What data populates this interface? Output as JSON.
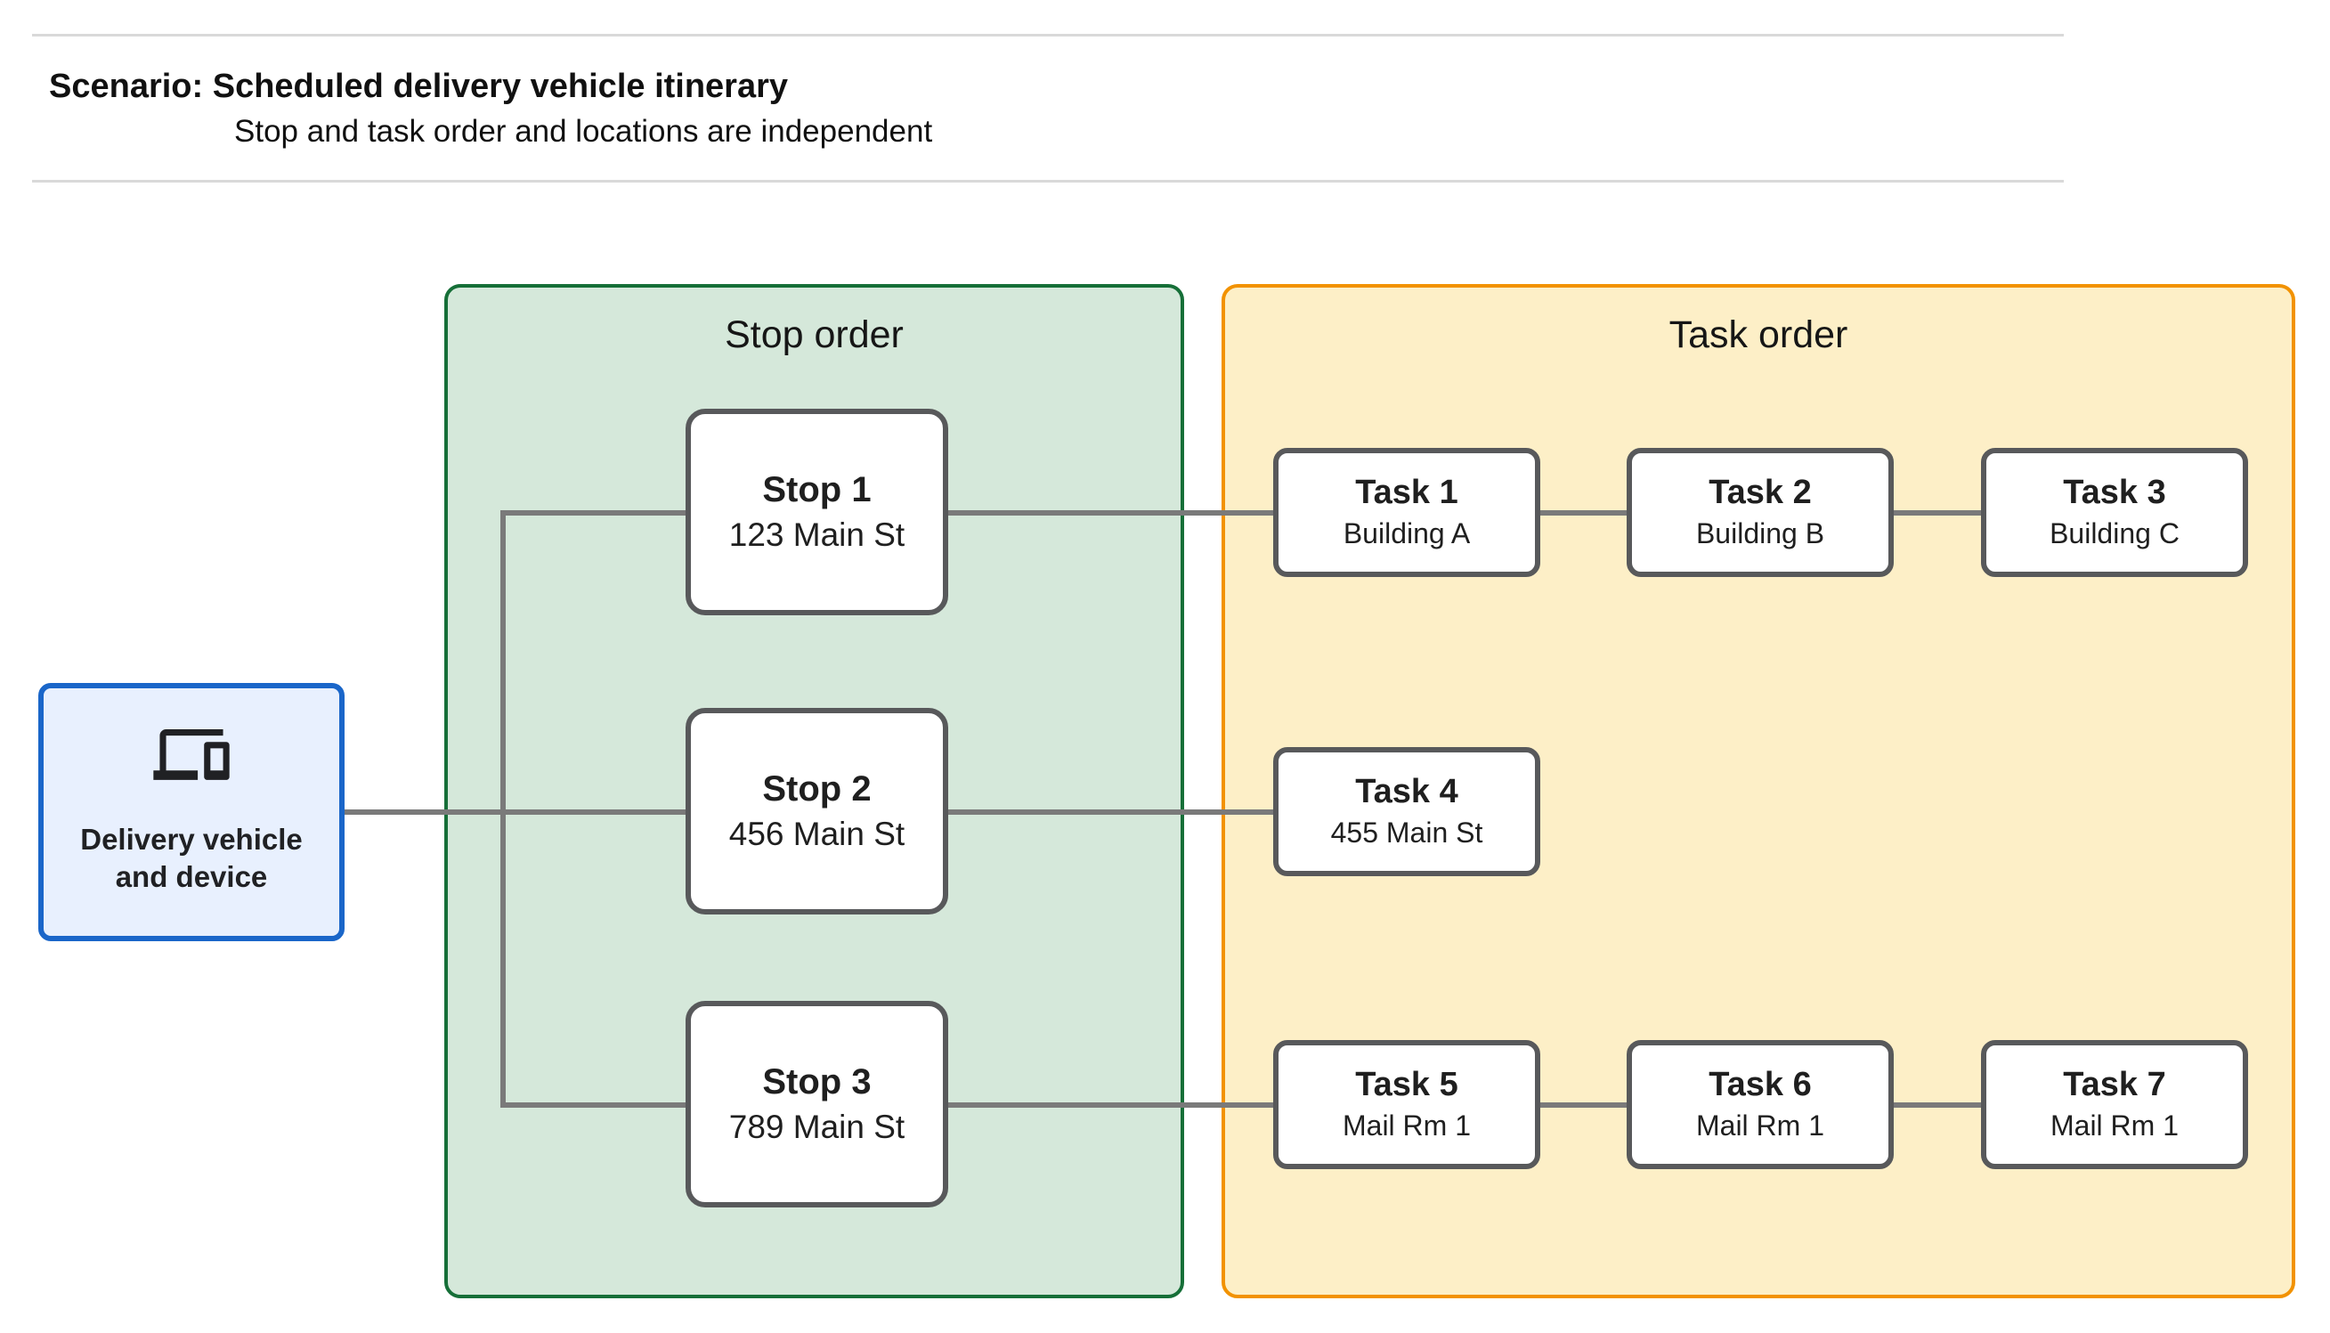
{
  "header": {
    "title": "Scenario: Scheduled delivery vehicle itinerary",
    "subtitle": "Stop and task order and locations are independent"
  },
  "vehicle": {
    "label": "Delivery vehicle and device",
    "icon": "devices-icon"
  },
  "panels": [
    {
      "title": "Stop order",
      "fill": "#d5e8da",
      "border": "#166f38",
      "nodes": [
        {
          "title": "Stop 1",
          "subtitle": "123 Main St"
        },
        {
          "title": "Stop 2",
          "subtitle": "456 Main St"
        },
        {
          "title": "Stop 3",
          "subtitle": "789 Main St"
        }
      ]
    },
    {
      "title": "Task order",
      "fill": "#fdefc7",
      "border": "#f29200",
      "nodes": [
        {
          "title": "Task 1",
          "subtitle": "Building A"
        },
        {
          "title": "Task 2",
          "subtitle": "Building B"
        },
        {
          "title": "Task 3",
          "subtitle": "Building C"
        },
        {
          "title": "Task 4",
          "subtitle": "455 Main St"
        },
        {
          "title": "Task 5",
          "subtitle": "Mail Rm 1"
        },
        {
          "title": "Task 6",
          "subtitle": "Mail Rm 1"
        },
        {
          "title": "Task 7",
          "subtitle": "Mail Rm 1"
        }
      ]
    }
  ],
  "colors": {
    "vehicle_fill": "#e8f0fe",
    "vehicle_border": "#1a66c9",
    "stop_panel_fill": "#d5e8da",
    "stop_panel_border": "#166f38",
    "task_panel_fill": "#fdefc7",
    "task_panel_border": "#f29200",
    "node_border": "#58595b",
    "connector": "#7a7a7a",
    "rule": "#d9d9d9",
    "text": "#1f1f1f"
  }
}
